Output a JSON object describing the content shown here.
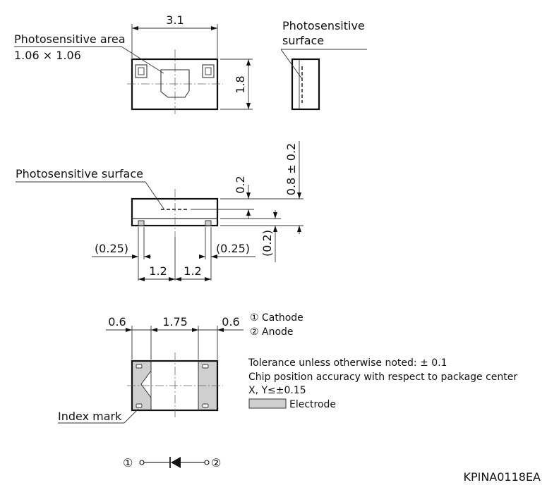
{
  "top_view": {
    "width_dim": "3.1",
    "height_dim": "1.8",
    "area_label": "Photosensitive area",
    "area_size": "1.06 × 1.06"
  },
  "side_view": {
    "label_line1": "Photosensitive",
    "label_line2": "surface"
  },
  "front_view": {
    "surface_label": "Photosensitive surface",
    "thickness_dim": "0.8 ± 0.2",
    "surface_depth_dim": "0.2",
    "bottom_dim": "(0.2)",
    "left_pad_dim": "(0.25)",
    "right_pad_dim": "(0.25)",
    "left_pitch_dim": "1.2",
    "right_pitch_dim": "1.2"
  },
  "bottom_view": {
    "left_electrode_dim": "0.6",
    "gap_dim": "1.75",
    "right_electrode_dim": "0.6",
    "index_label": "Index mark"
  },
  "legend": {
    "cathode": "① Cathode",
    "anode": "② Anode",
    "tolerance": "Tolerance unless otherwise noted: ± 0.1",
    "accuracy_line1": "Chip position accuracy with respect to package center",
    "accuracy_line2": "X, Y≤±0.15",
    "electrode": "Electrode"
  },
  "symbol": {
    "pin1": "①",
    "pin2": "②"
  },
  "drawing_code": "KPINA0118EA",
  "colors": {
    "electrode_fill": "#cfcfcf",
    "line": "#111111"
  }
}
